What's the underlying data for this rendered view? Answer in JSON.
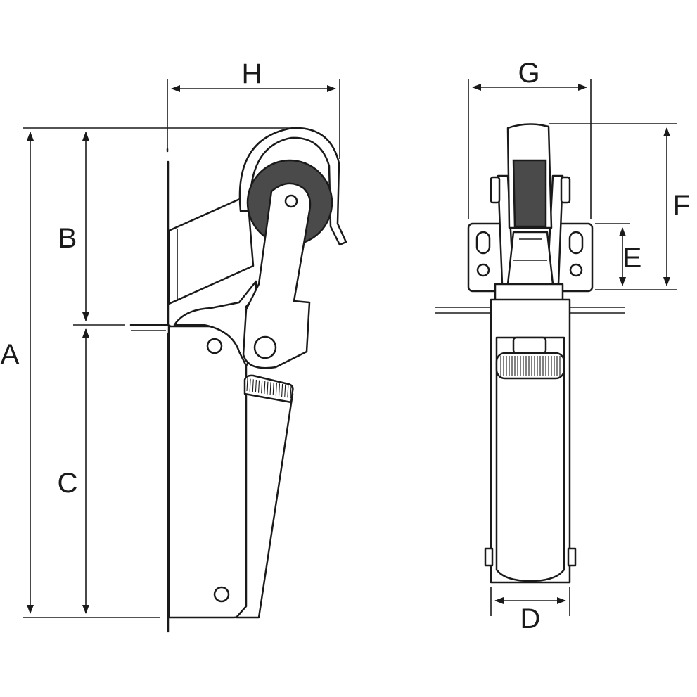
{
  "dimension_labels": {
    "a": "A",
    "b": "B",
    "c": "C",
    "d": "D",
    "e": "E",
    "f": "F",
    "g": "G",
    "h": "H"
  },
  "colors": {
    "line": "#1a1a1a",
    "roller": "#4a4a4a",
    "fill": "#ffffff"
  }
}
